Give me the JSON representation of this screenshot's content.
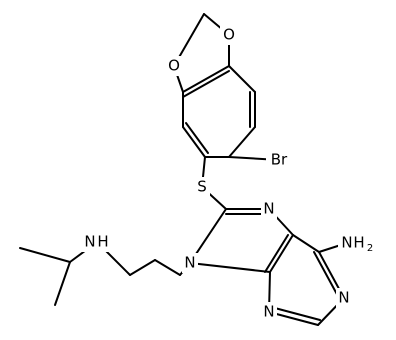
{
  "molecule": {
    "atoms": {
      "O1": "O",
      "O2": "O",
      "Br": "Br",
      "S": "S",
      "N7": "N",
      "NH2_N": "N",
      "NH2_H": "H",
      "NH2_sub": "2",
      "N9": "N",
      "N3": "N",
      "N1": "N",
      "NH": "N",
      "NH_H": "H"
    }
  }
}
